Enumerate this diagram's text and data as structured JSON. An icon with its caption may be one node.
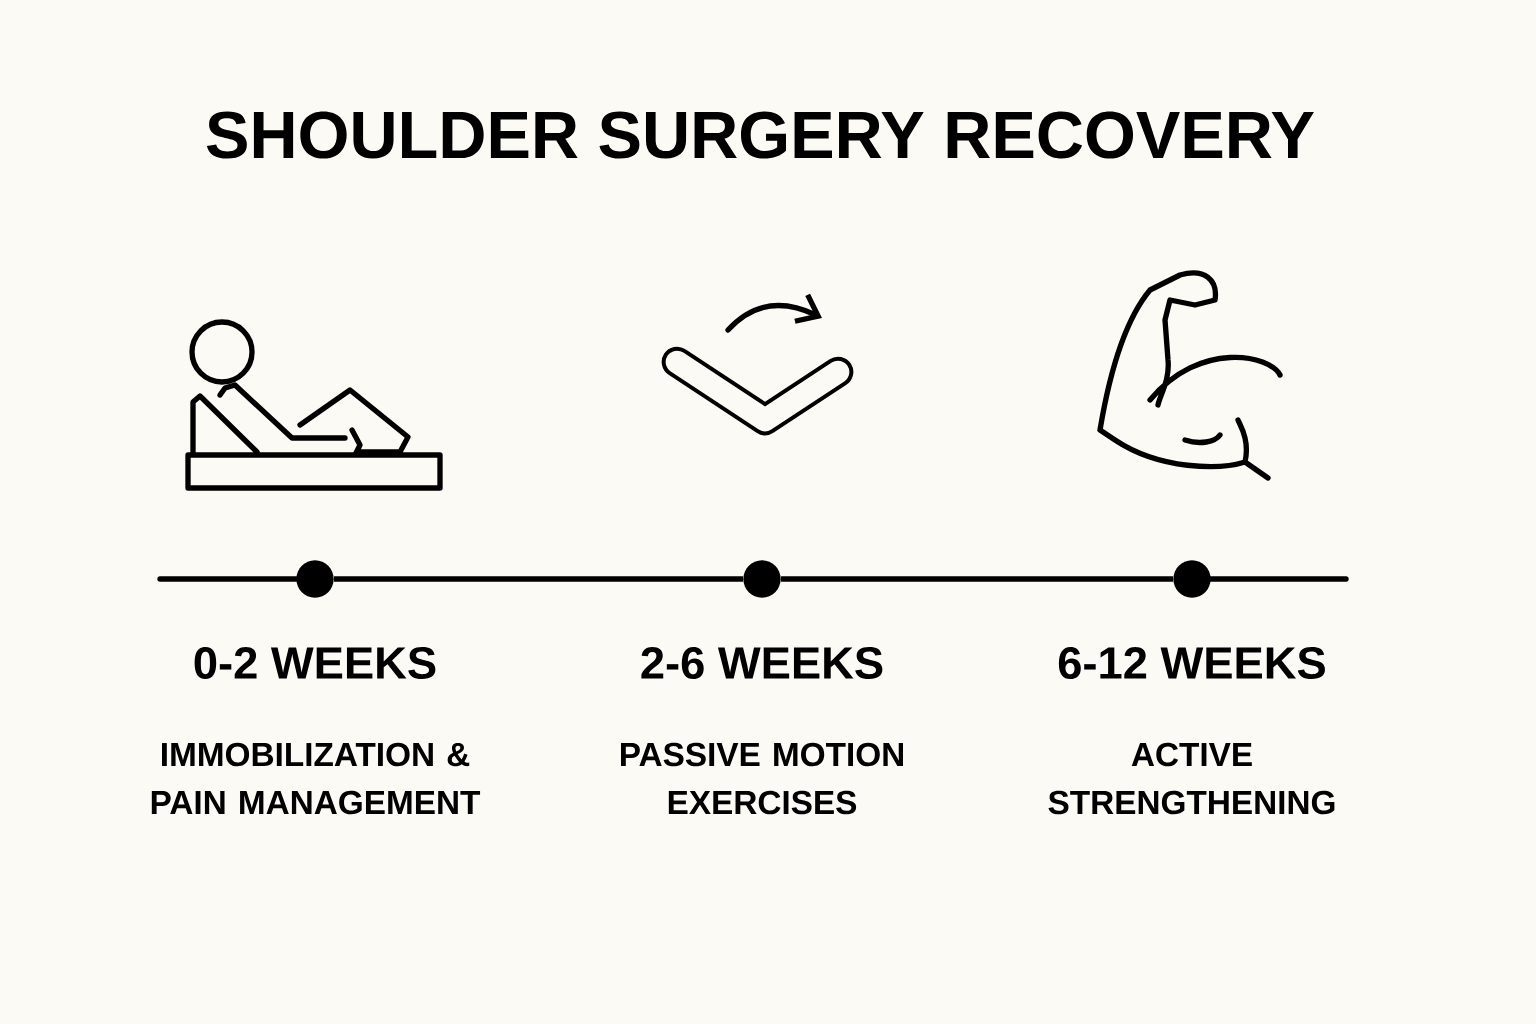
{
  "diagram": {
    "title": "SHOULDER SURGERY RECOVERY",
    "nodes": [
      {
        "text": [],
        "shape": "circle",
        "beside": [
          "0-2 WEEKS",
          "IMMOBILIZATION & PAIN MANAGEMENT"
        ]
      },
      {
        "text": [],
        "shape": "circle",
        "beside": [
          "2-6 WEEKS",
          "PASSIVE MOTION EXERCISES"
        ]
      },
      {
        "text": [],
        "shape": "circle",
        "beside": [
          "6-12 WEEKS",
          "ACTIVE STRENGTHENING"
        ]
      }
    ],
    "edges": [
      {
        "from": 0,
        "to": 1,
        "arrow": "none"
      },
      {
        "from": 1,
        "to": 2,
        "arrow": "none"
      }
    ]
  }
}
